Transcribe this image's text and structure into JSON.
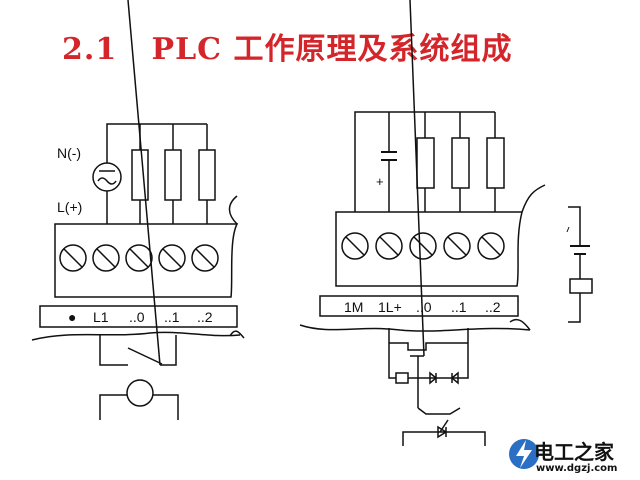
{
  "title": "2.1   PLC 工作原理及系统组成",
  "left_diagram": {
    "supply_top_label": "N(-)",
    "supply_bottom_label": "L(+)",
    "terminal_labels": [
      "●",
      "L1",
      "..0",
      "..1",
      "..2"
    ]
  },
  "right_diagram": {
    "capacitor_plus": "+",
    "terminal_labels": [
      "1M",
      "1L+",
      "..0",
      "..1",
      "..2"
    ]
  },
  "logo": {
    "name": "电工之家",
    "url": "www.dgzj.com",
    "color": "#2a6fc4"
  },
  "colors": {
    "title": "#d4262a"
  }
}
